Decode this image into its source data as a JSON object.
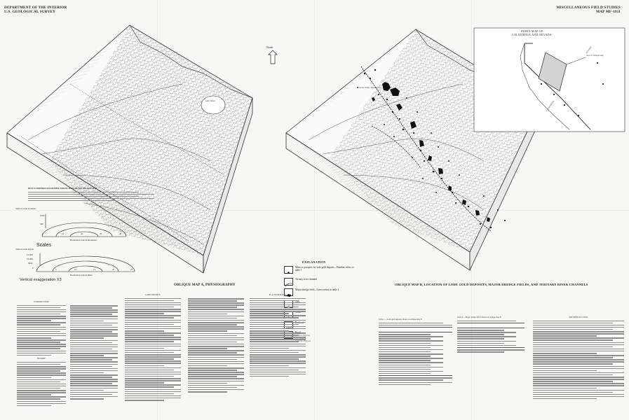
{
  "header_left": {
    "line1": "DEPARTMENT OF THE INTERIOR",
    "line2": "U.S. GEOLOGICAL SURVEY"
  },
  "header_right": {
    "line1": "MISCELLANEOUS FIELD STUDIES",
    "line2": "MAP MF-1911"
  },
  "map_a": {
    "caption": "OBLIQUE MAP A, PHYSIOGRAPHY",
    "lake_label": "Lake Tahoe"
  },
  "map_b": {
    "caption": "OBLIQUE MAP B, LOCATION OF LODE GOLD DEPOSITS, MAJOR DREDGE FIELDS, AND TERTIARY RIVER CHANNELS",
    "city_label": "Grass Valley–Nevada City"
  },
  "north_arrow": {
    "label": "North"
  },
  "scales": {
    "title": "Scales",
    "vertical_scale_top": "Vertical scale in meters",
    "horizontal_scale_top": "Horizontal scale in kilometers",
    "vertical_scale_bottom": "Vertical scale in feet",
    "horizontal_scale_bottom": "Horizontal scale in miles",
    "exaggeration": "Vertical exaggeration X3",
    "ticks_m": [
      "0",
      "500",
      "1000"
    ],
    "ticks_km": [
      "0",
      "10",
      "20",
      "30",
      "40"
    ],
    "ticks_ft": [
      "0",
      "5000",
      "10,000",
      "15,000"
    ],
    "ticks_mi": [
      "0",
      "5",
      "10",
      "15",
      "20",
      "25"
    ]
  },
  "explanation": {
    "title": "EXPLANATION",
    "items": [
      {
        "icon": "mine-icon",
        "text": "Mine or prospect for lode gold deposit—Number refers to table 1"
      },
      {
        "icon": "channel-icon",
        "text": "Tertiary river channel"
      },
      {
        "icon": "dredge-icon",
        "text": "Major dredge field—Letter refers to table 2"
      },
      {
        "icon": "city-icon",
        "text": "City"
      },
      {
        "icon": "town-icon",
        "text": "Town"
      },
      {
        "icon": "railroad-icon",
        "text": "Railroad"
      },
      {
        "icon": "road-icon",
        "text": "Road"
      }
    ],
    "road_sub": [
      "Interstate Highway",
      "U.S. Highway",
      "California Highway"
    ]
  },
  "index_map": {
    "title_line1": "INDEX MAP OF",
    "title_line2": "CALIFORNIA AND NEVADA",
    "area_label": "Area of oblique map",
    "states": [
      "CALIFORNIA",
      "NEVADA"
    ]
  },
  "text_sections": {
    "intro_title": "INTRODUCTION",
    "lode_title": "LODE DEPOSITS",
    "placer_title": "PLACER DEPOSITS",
    "table1_title": "Table 1.—Lode gold deposits shown on oblique map B",
    "table2_title": "Table 2.—Major dredge fields shown on oblique map B",
    "refs_title": "REFERENCES CITED",
    "how_title": "HOW TO PREPARE GEOGRAPHIC PROJECTIONS OF THE OBLIQUE MAP",
    "history_title": "HISTORY"
  },
  "colors": {
    "paper": "#f7f7f5",
    "ink": "#1a1a1a",
    "terrain": "#555555"
  }
}
